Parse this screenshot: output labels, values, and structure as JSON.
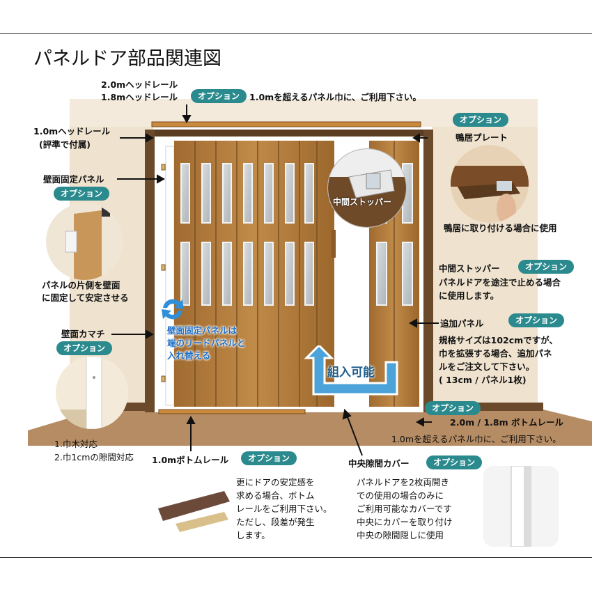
{
  "title": "パネルドア部品関連図",
  "option_label": "オプション",
  "labels": {
    "head_rail_20": "2.0mヘッドレール",
    "head_rail_18": "1.8mヘッドレール",
    "head_rail_note": "1.0mを超えるパネル巾に、ご利用下さい。",
    "head_rail_10": "1.0mヘッドレール",
    "head_rail_10_note": "(評準で付属)",
    "wall_panel": "壁面固定パネル",
    "wall_panel_desc_1": "パネルの片側を壁面",
    "wall_panel_desc_2": "に固定して安定させる",
    "wall_kamachi": "壁面カマチ",
    "kamachi_note_1": "1.巾木対応",
    "kamachi_note_2": "2.巾1cmの隙間対応",
    "kamoi_plate": "鴨居プレート",
    "kamoi_desc": "鴨居に取り付ける場合に使用",
    "stopper_inset": "中間ストッパー",
    "stopper": "中間ストッパー",
    "stopper_desc_1": "パネルドアを途注で止める場合",
    "stopper_desc_2": "に使用します。",
    "add_panel": "追加パネル",
    "add_panel_desc_1": "規格サイズは102cmですが、",
    "add_panel_desc_2": "巾を拡張する場合、追加パネ",
    "add_panel_desc_3": "ルをご注文して下さい。",
    "add_panel_desc_4": "( 13cm / パネル1枚)",
    "swap_1": "壁面固定パネルは",
    "swap_2": "端のリードパネルと",
    "swap_3": "入れ替える",
    "assemble": "組入可能",
    "bottom_rail_2018": "2.0m / 1.8m ボトムレール",
    "bottom_rail_note": "1.0mを超えるパネル巾に、ご利用下さい。",
    "bottom_rail_10": "1.0mボトムレール",
    "bottom_desc_1": "更にドアの安定感を",
    "bottom_desc_2": "求める場合、ボトム",
    "bottom_desc_3": "レールをご利用下さい。",
    "bottom_desc_4": "ただし、段差が発生",
    "bottom_desc_5": "します。",
    "center_cover": "中央隙間カバー",
    "center_desc_1": "パネルドアを2枚両開き",
    "center_desc_2": "での使用の場合のみに",
    "center_desc_3": "ご利用可能なカバーです",
    "center_desc_4": "中央にカバーを取り付け",
    "center_desc_5": "中央の隙間隠しに使用"
  },
  "colors": {
    "option_badge": "#2a8a8d",
    "wood": "#b07c3c",
    "wall": "#f2e6d2",
    "floor": "#b78f67",
    "swap_arrow": "#2f8fd8",
    "assemble_arrow": "#4ba3d9"
  }
}
